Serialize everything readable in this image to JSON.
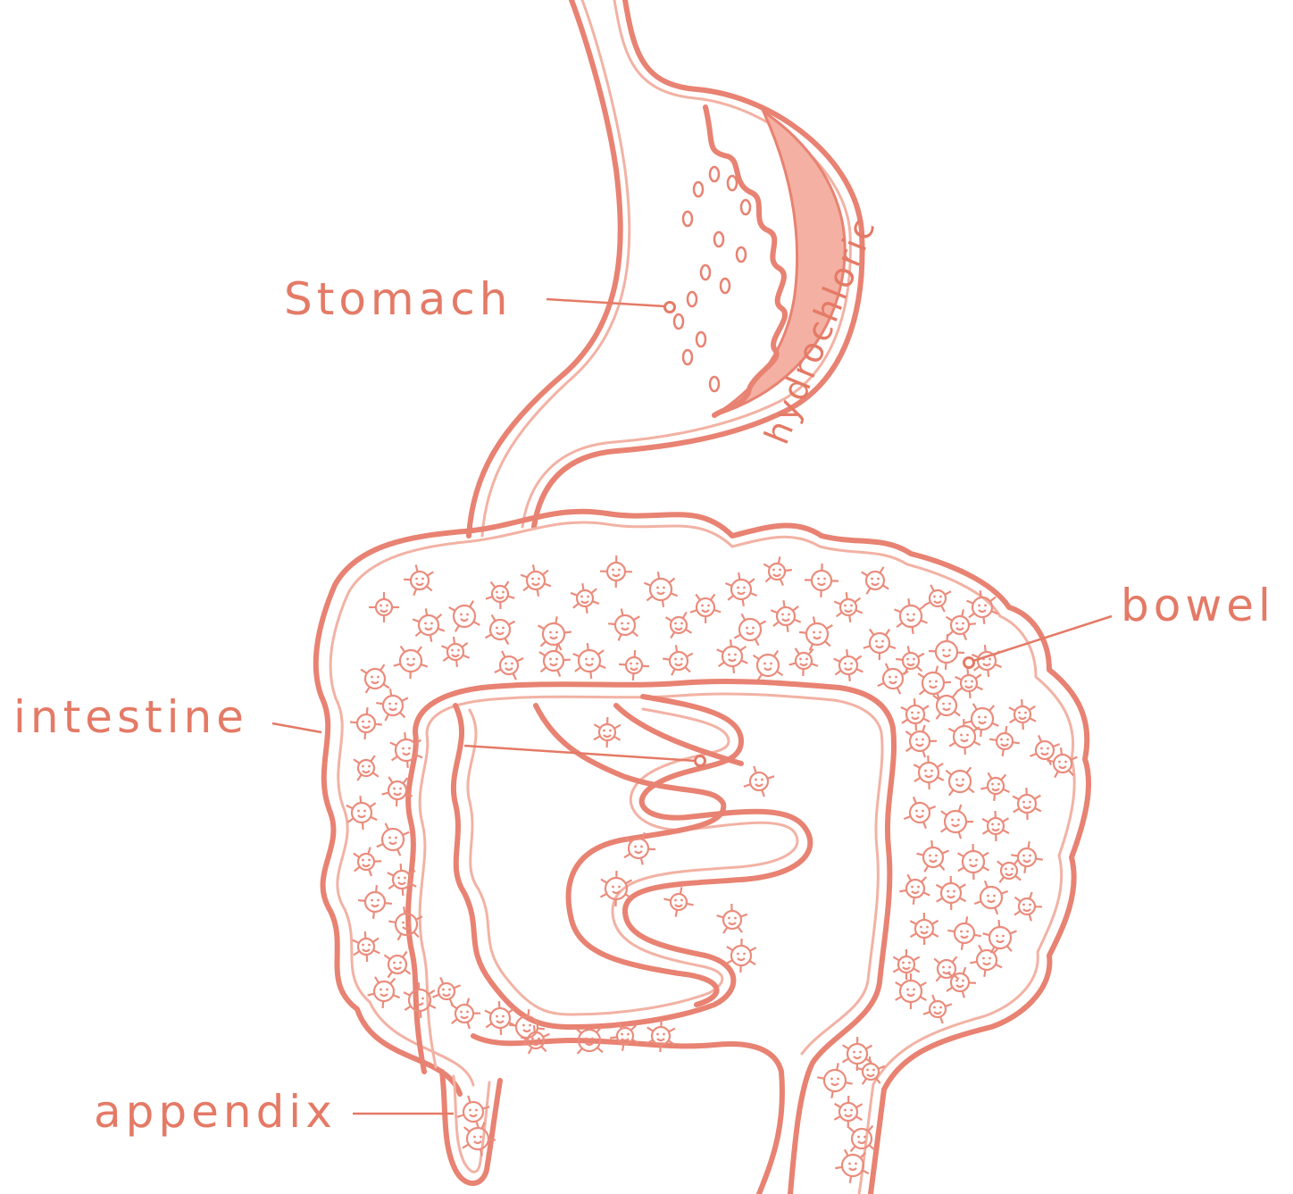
{
  "diagram": {
    "colors": {
      "ink": "#e47a66",
      "wall_outer": "#e88272",
      "wall_inner": "#f2b2a4",
      "stomach_fill": "#f4b0a2",
      "background": "#ffffff"
    },
    "labels": {
      "stomach": "Stomach",
      "hydrochloric": "hydrochloric",
      "bowel": "bowel",
      "intestine": "intestine",
      "appendix": "appendix"
    },
    "microbe_count_visible": 110
  }
}
